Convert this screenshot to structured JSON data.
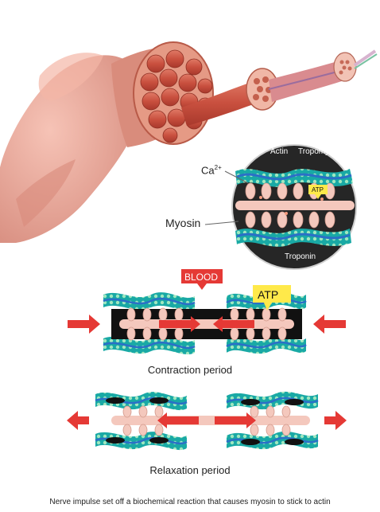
{
  "labels": {
    "ca": "Ca",
    "ca_sup": "2+",
    "myosin": "Myosin",
    "actin": "Actin",
    "tropomyosin": "Tropomyosin",
    "troponin": "Troponin",
    "atp_small": "ATP",
    "blood": "BLOOD",
    "atp_big": "ATP",
    "contraction": "Contraction period",
    "relaxation": "Relaxation period",
    "caption": "Nerve impulse set off a biochemical reaction that causes myosin to stick to actin"
  },
  "colors": {
    "muscle_skin": "#e8a79a",
    "muscle_red": "#c9503f",
    "fibril_pink": "#f4c8bd",
    "actin_teal": "#19a9a5",
    "actin_bead": "#8fe0b0",
    "tropomyosin_blue": "#2b6fc7",
    "circle_bg": "#262626",
    "arrow_red": "#e53935",
    "atp_yellow": "#ffe94a"
  }
}
